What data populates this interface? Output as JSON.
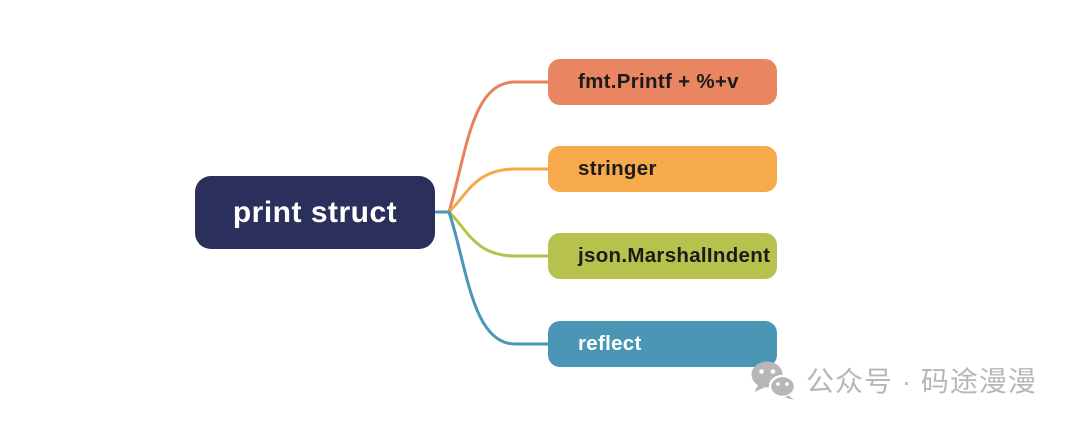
{
  "root": {
    "label": "print struct",
    "bg_color": "#2a2f5c",
    "text_color": "#ffffff"
  },
  "nodes": [
    {
      "label": "fmt.Printf + %+v",
      "bg_color": "#e98560",
      "line_color": "#e8815c",
      "text_color": "#1b1b1b"
    },
    {
      "label": "stringer",
      "bg_color": "#f6aa4a",
      "line_color": "#f5a947",
      "text_color": "#1b1b1b"
    },
    {
      "label": "json.MarshalIndent",
      "bg_color": "#b6c24b",
      "line_color": "#b5c24b",
      "text_color": "#1b1b1b"
    },
    {
      "label": "reflect",
      "bg_color": "#4a96b4",
      "line_color": "#4a96b4",
      "text_color": "#ffffff"
    }
  ],
  "watermark": {
    "icon": "wechat-icon",
    "text": "公众号 · 码途漫漫",
    "color": "#b7b7b7"
  }
}
